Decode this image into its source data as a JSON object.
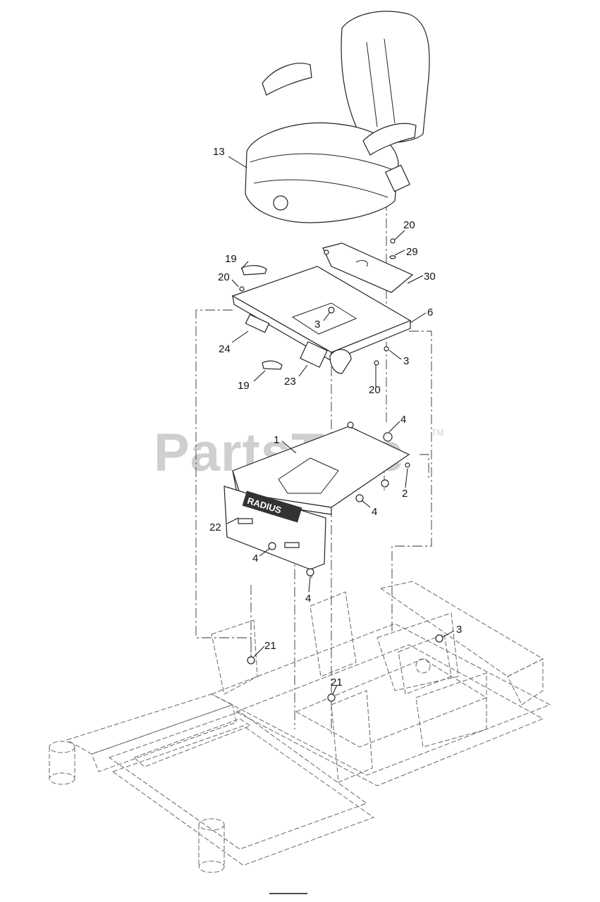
{
  "watermark": {
    "text": "PartsTree",
    "trademark": "TM"
  },
  "plate_brand": "RADIUS",
  "callouts": [
    {
      "id": "c13",
      "text": "13"
    },
    {
      "id": "c20a",
      "text": "20"
    },
    {
      "id": "c29",
      "text": "29"
    },
    {
      "id": "c19a",
      "text": "19"
    },
    {
      "id": "c20b",
      "text": "20"
    },
    {
      "id": "c30",
      "text": "30"
    },
    {
      "id": "c6",
      "text": "6"
    },
    {
      "id": "c3a",
      "text": "3"
    },
    {
      "id": "c24",
      "text": "24"
    },
    {
      "id": "c3b",
      "text": "3"
    },
    {
      "id": "c19b",
      "text": "19"
    },
    {
      "id": "c23",
      "text": "23"
    },
    {
      "id": "c20c",
      "text": "20"
    },
    {
      "id": "c4a",
      "text": "4"
    },
    {
      "id": "c1",
      "text": "1"
    },
    {
      "id": "c2",
      "text": "2"
    },
    {
      "id": "c4b",
      "text": "4"
    },
    {
      "id": "c22",
      "text": "22"
    },
    {
      "id": "c4c",
      "text": "4"
    },
    {
      "id": "c4d",
      "text": "4"
    },
    {
      "id": "c3c",
      "text": "3"
    },
    {
      "id": "c21a",
      "text": "21"
    },
    {
      "id": "c21b",
      "text": "21"
    }
  ]
}
